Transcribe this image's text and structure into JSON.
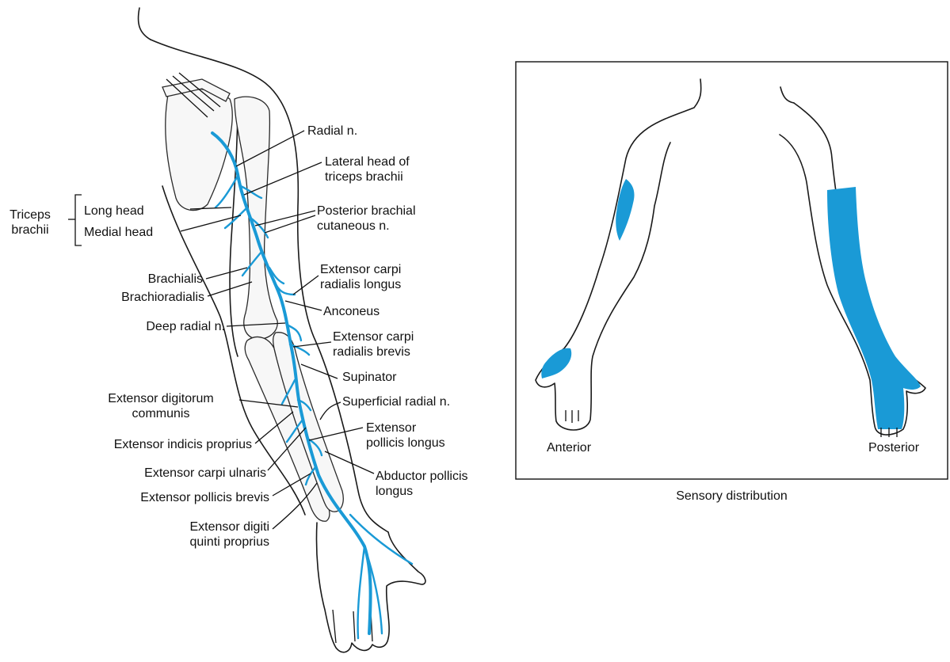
{
  "figure": {
    "colors": {
      "nerve": "#1a9ad6",
      "line": "#111111",
      "background": "#ffffff"
    },
    "left_diagram": {
      "group_label": "Triceps\nbrachii",
      "labels": {
        "radial_n": "Radial n.",
        "lateral_head": "Lateral head of\ntriceps brachii",
        "long_head": "Long head",
        "medial_head": "Medial head",
        "posterior_brachial": "Posterior brachial\ncutaneous n.",
        "brachialis": "Brachialis",
        "brachioradialis": "Brachioradialis",
        "ecr_longus": "Extensor carpi\nradialis longus",
        "anconeus": "Anconeus",
        "deep_radial": "Deep radial n.",
        "ecr_brevis": "Extensor carpi\nradialis brevis",
        "supinator": "Supinator",
        "ext_digitorum": "Extensor digitorum\ncommunis",
        "superficial_radial": "Superficial radial n.",
        "ext_indicis": "Extensor indicis proprius",
        "epl": "Extensor\npollicis longus",
        "ecu": "Extensor carpi ulnaris",
        "apl": "Abductor pollicis\nlongus",
        "epb": "Extensor pollicis brevis",
        "edqp": "Extensor digiti\nquinti proprius"
      }
    },
    "right_diagram": {
      "anterior_label": "Anterior",
      "posterior_label": "Posterior",
      "caption": "Sensory distribution"
    }
  }
}
